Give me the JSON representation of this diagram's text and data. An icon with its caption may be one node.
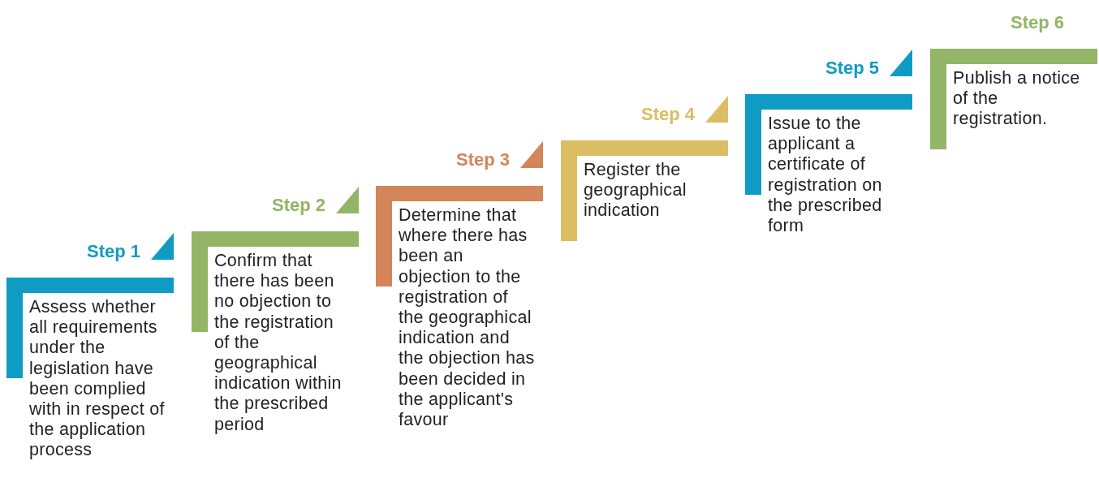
{
  "diagram": {
    "nodes": [
      {
        "text": [
          "Step 1",
          "Assess whether all requirements under the legislation have been complied with in respect of the application process"
        ]
      },
      {
        "text": [
          "Step 2",
          "Confirm that there has been no objection to the registration of the geographical indication within the prescribed period"
        ]
      },
      {
        "text": [
          "Step 3",
          "Determine that where there has been an objection to the registration of the geographical indication and the objection has been decided in the applicant's favour"
        ]
      },
      {
        "text": [
          "Step 4",
          "Register the geographical indication"
        ]
      },
      {
        "text": [
          "Step 5",
          "Issue to the applicant a certificate of registration on the prescribed form"
        ]
      },
      {
        "text": [
          "Step 6",
          "Publish a notice of the registration."
        ]
      }
    ]
  }
}
